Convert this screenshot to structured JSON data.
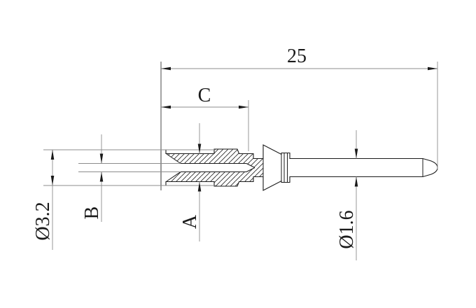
{
  "drawing": {
    "view": "crimp-pin-contact-section-view",
    "dimensions": {
      "overall_length": "25",
      "crimp_section_length": "C",
      "barrel_outer_diameter": "Ø3.2",
      "wire_bore_diameter": "B",
      "barrel_section_diameter": "A",
      "pin_diameter": "Ø1.6"
    },
    "colors": {
      "outline": "#1a1a1a",
      "dimension_line": "#8c8c8c",
      "background": "#ffffff"
    }
  }
}
